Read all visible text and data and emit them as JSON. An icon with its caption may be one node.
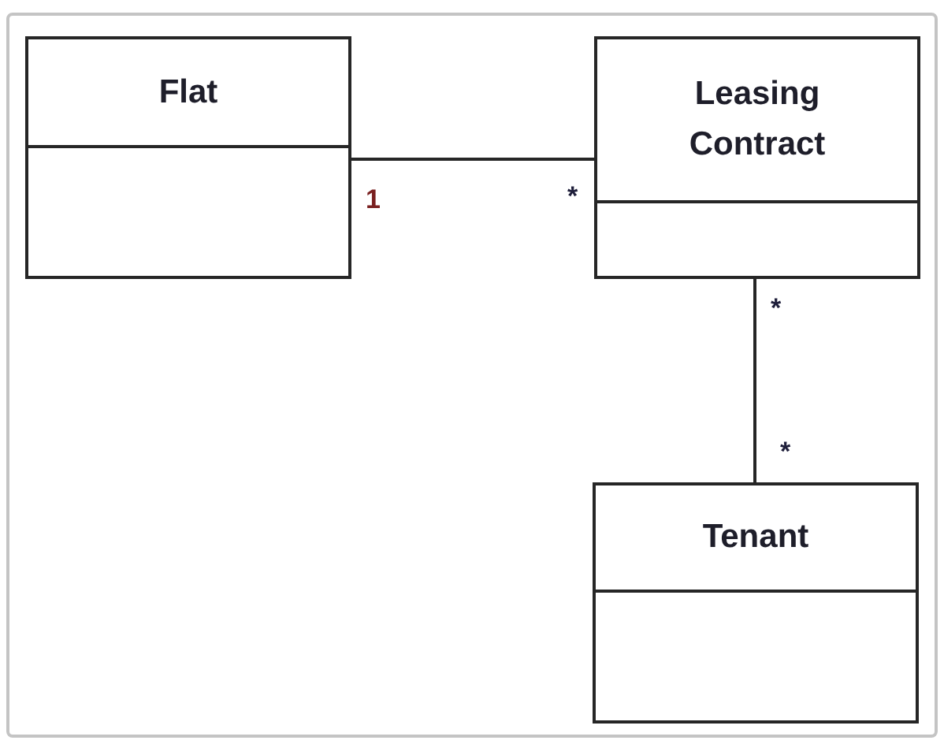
{
  "diagram": {
    "nodes": [
      {
        "text": [
          "Flat"
        ]
      },
      {
        "text": [
          "Leasing Contract"
        ]
      },
      {
        "text": [
          "Tenant"
        ]
      }
    ],
    "edges": [
      {
        "from": 0,
        "to": 1,
        "arrow": "none"
      },
      {
        "from": 1,
        "to": 2,
        "arrow": "none"
      }
    ],
    "labels": [
      "1",
      "*",
      "*",
      "*"
    ]
  }
}
